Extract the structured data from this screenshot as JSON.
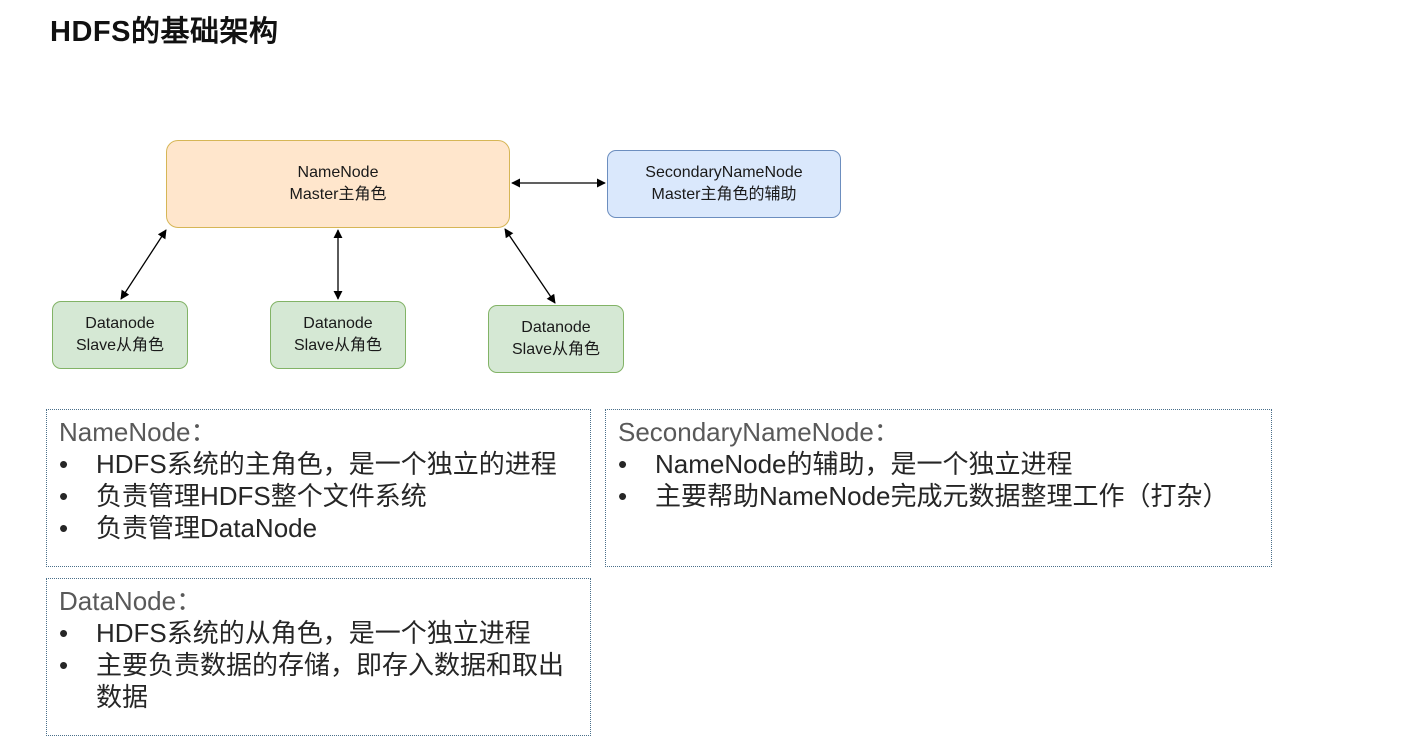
{
  "title": "HDFS的基础架构",
  "diagram": {
    "namenode": {
      "line1": "NameNode",
      "line2": "Master主角色"
    },
    "secondary": {
      "line1": "SecondaryNameNode",
      "line2": "Master主角色的辅助"
    },
    "datanodes": [
      {
        "line1": "Datanode",
        "line2": "Slave从角色"
      },
      {
        "line1": "Datanode",
        "line2": "Slave从角色"
      },
      {
        "line1": "Datanode",
        "line2": "Slave从角色"
      }
    ],
    "colors": {
      "namenode_fill": "#ffe6cc",
      "namenode_border": "#d6b656",
      "secondary_fill": "#dae8fc",
      "secondary_border": "#6c8ebf",
      "datanode_fill": "#d5e8d4",
      "datanode_border": "#82b366",
      "arrow": "#000000"
    }
  },
  "info": {
    "namenode": {
      "title": "NameNode：",
      "items": [
        "HDFS系统的主角色，是一个独立的进程",
        "负责管理HDFS整个文件系统",
        "负责管理DataNode"
      ]
    },
    "secondary": {
      "title": "SecondaryNameNode：",
      "items": [
        "NameNode的辅助，是一个独立进程",
        "主要帮助NameNode完成元数据整理工作（打杂）"
      ]
    },
    "datanode": {
      "title": "DataNode：",
      "items": [
        "HDFS系统的从角色，是一个独立进程",
        "主要负责数据的存储，即存入数据和取出数据"
      ]
    },
    "bullet": "•"
  }
}
